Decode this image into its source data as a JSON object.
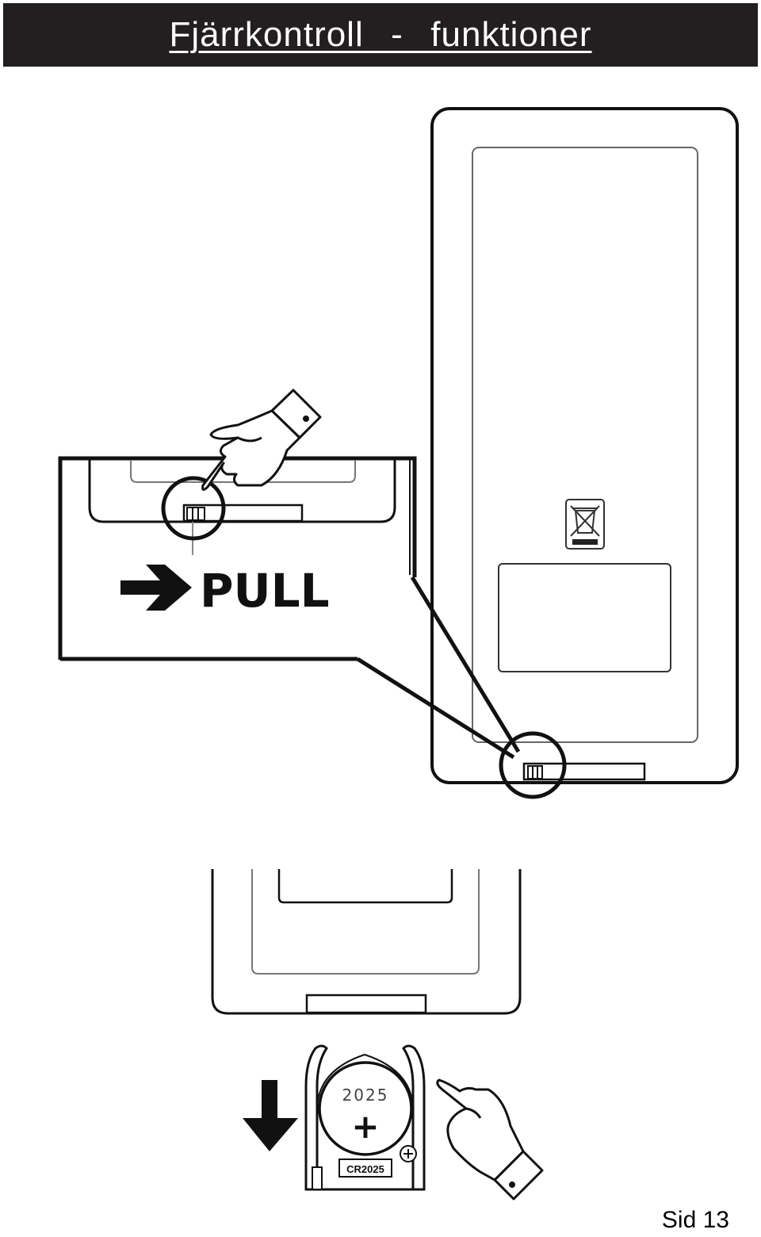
{
  "header": {
    "title": "Fjärrkontroll  -  funktioner",
    "background": "#231f20",
    "text_color": "#ffffff"
  },
  "figure_top": {
    "callout_label": "PULL"
  },
  "figure_bottom": {
    "battery_face_label": "2025",
    "battery_polarity": "+",
    "battery_model_label": "CR2025"
  },
  "footer": {
    "page_number": "Sid 13"
  }
}
